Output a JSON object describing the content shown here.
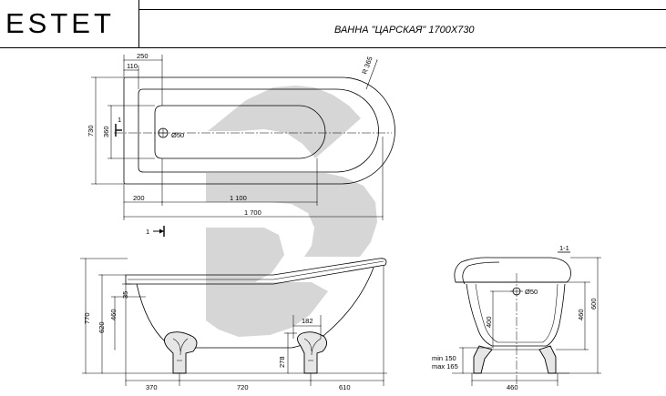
{
  "header": {
    "brand": "ESTET",
    "title": "ВАННА \"ЦАРСКАЯ\" 1700Х730"
  },
  "watermark": {
    "color": "#d6d6d6"
  },
  "plan_view": {
    "dims": {
      "d250": "250",
      "d110": "110",
      "radius": "R 365",
      "d730": "730",
      "d360": "360",
      "section_mark": "1",
      "drain": "Ø50",
      "d200": "200",
      "d1100": "1 100",
      "d1700": "1 700",
      "section_arrow": "1"
    }
  },
  "side_view": {
    "dims": {
      "d770": "770",
      "d620": "620",
      "d460": "460",
      "d35": "35",
      "d182": "182",
      "d278": "278",
      "d370": "370",
      "d720": "720",
      "d610": "610"
    }
  },
  "section_view": {
    "dims": {
      "label": "1-1",
      "drain": "Ø50",
      "d400": "400",
      "d460": "460",
      "d600": "600",
      "min": "min 150",
      "max": "max 165",
      "width": "460"
    }
  }
}
